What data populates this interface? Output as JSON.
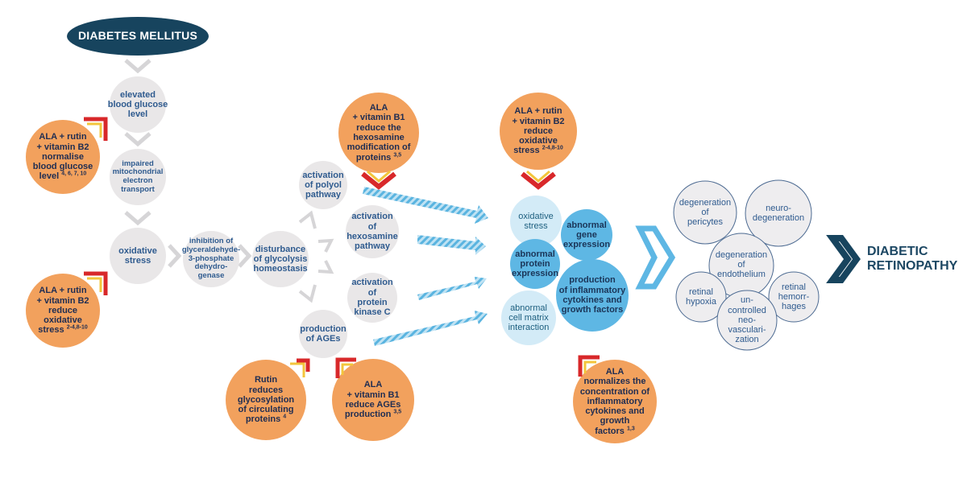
{
  "colors": {
    "navy": "#17445e",
    "gray_circle": "#e9e7e8",
    "gray_text": "#2f5b8f",
    "orange": "#f2a15d",
    "red_accent": "#d8282a",
    "yellow_accent": "#f3c53b",
    "light_blue": "#d3ebf7",
    "mid_blue": "#5eb7e4",
    "arrow_blue": "#5ab4e0"
  },
  "title": {
    "diabetes": "DIABETES MELLITUS",
    "retinopathy": [
      "DIABETIC",
      "RETINOPATHY"
    ]
  },
  "pathway": {
    "elevated": [
      "elevated",
      "blood glucose",
      "level"
    ],
    "impaired": [
      "impaired",
      "mitochondrial",
      "electron",
      "transport"
    ],
    "oxidative": [
      "oxidative",
      "stress"
    ],
    "inhibition": [
      "inhibition of",
      "glyceraldehyde-",
      "3-phosphate",
      "dehydro-",
      "genase"
    ],
    "disturbance": [
      "disturbance",
      "of glycolysis",
      "homeostasis"
    ],
    "polyol": [
      "activation",
      "of polyol",
      "pathway"
    ],
    "hexosamine": [
      "activation",
      "of",
      "hexosamine",
      "pathway"
    ],
    "pkc": [
      "activation",
      "of",
      "protein",
      "kinase C"
    ],
    "ages": [
      "production",
      "of AGEs"
    ]
  },
  "interventions": {
    "normalise": [
      "ALA + rutin",
      "+ vitamin B2",
      "normalise",
      "blood glucose"
    ],
    "normalise_last": "level",
    "normalise_ref": "4, 6, 7, 10",
    "reduce_ox_left": [
      "ALA + rutin",
      "+ vitamin B2",
      "reduce",
      "oxidative"
    ],
    "reduce_ox_left_last": "stress",
    "reduce_ox_left_ref": "2-4,8-10",
    "hexosamine_mod": [
      "ALA",
      "+ vitamin B1",
      "reduce the",
      "hexosamine",
      "modification of"
    ],
    "hexosamine_mod_last": "proteins",
    "hexosamine_mod_ref": "3,5",
    "reduce_ox_top": [
      "ALA + rutin",
      "+ vitamin B2",
      "reduce",
      "oxidative"
    ],
    "reduce_ox_top_last": "stress",
    "reduce_ox_top_ref": "2-4,8-10",
    "rutin_glyco": [
      "Rutin",
      "reduces",
      "glycosylation",
      "of circulating"
    ],
    "rutin_glyco_last": "proteins",
    "rutin_glyco_ref": "4",
    "ala_ages": [
      "ALA",
      "+ vitamin B1",
      "reduce AGEs"
    ],
    "ala_ages_last": "production",
    "ala_ages_ref": "3,5",
    "ala_cytokines": [
      "ALA",
      "normalizes the",
      "concentration of",
      "inflammatory",
      "cytokines and",
      "growth"
    ],
    "ala_cytokines_last": "factors",
    "ala_cytokines_ref": "1,3"
  },
  "effects": {
    "oxidative": [
      "oxidative",
      "stress"
    ],
    "abnormal_gene": [
      "abnormal",
      "gene",
      "expression"
    ],
    "abnormal_protein": [
      "abnormal",
      "protein",
      "expression"
    ],
    "cytokines": [
      "production",
      "of inflammatory",
      "cytokines and",
      "growth factors"
    ],
    "matrix": [
      "abnormal",
      "cell matrix",
      "interaction"
    ]
  },
  "retinopathy": {
    "pericytes": [
      "degeneration",
      "of",
      "pericytes"
    ],
    "neuro": [
      "neuro-",
      "degeneration"
    ],
    "endothelium": [
      "degeneration",
      "of",
      "endothelium"
    ],
    "hypoxia": [
      "retinal",
      "hypoxia"
    ],
    "hemorrhages": [
      "retinal",
      "hemorr-",
      "hages"
    ],
    "neovasc": [
      "un-",
      "controlled",
      "neo-",
      "vasculari-",
      "zation"
    ]
  }
}
